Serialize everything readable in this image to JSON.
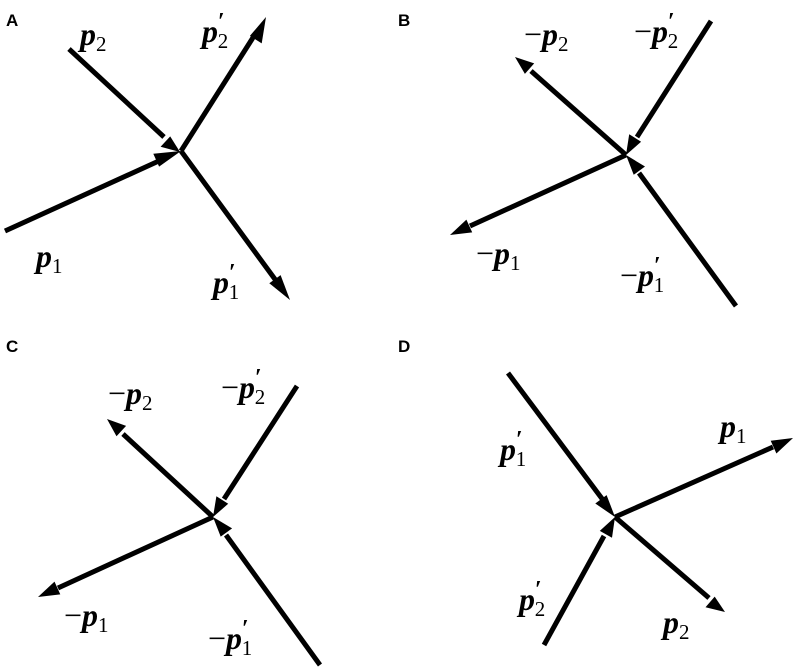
{
  "colors": {
    "ink": "#000000",
    "background": "#ffffff"
  },
  "panels": [
    {
      "id": "a",
      "letter": "A",
      "arrows": [
        {
          "id": "p1",
          "minus": "",
          "symbol": "p",
          "sub": "1",
          "prime": ""
        },
        {
          "id": "p2",
          "minus": "",
          "symbol": "p",
          "sub": "2",
          "prime": ""
        },
        {
          "id": "p2prime",
          "minus": "",
          "symbol": "p",
          "sub": "2",
          "prime": "′"
        },
        {
          "id": "p1prime",
          "minus": "",
          "symbol": "p",
          "sub": "1",
          "prime": "′"
        }
      ]
    },
    {
      "id": "b",
      "letter": "B",
      "arrows": [
        {
          "id": "minus-p2",
          "minus": "−",
          "symbol": "p",
          "sub": "2",
          "prime": ""
        },
        {
          "id": "minus-p2prime",
          "minus": "−",
          "symbol": "p",
          "sub": "2",
          "prime": "′"
        },
        {
          "id": "minus-p1",
          "minus": "−",
          "symbol": "p",
          "sub": "1",
          "prime": ""
        },
        {
          "id": "minus-p1prime",
          "minus": "−",
          "symbol": "p",
          "sub": "1",
          "prime": "′"
        }
      ]
    },
    {
      "id": "c",
      "letter": "C",
      "arrows": [
        {
          "id": "minus-p2",
          "minus": "−",
          "symbol": "p",
          "sub": "2",
          "prime": ""
        },
        {
          "id": "minus-p2prime",
          "minus": "−",
          "symbol": "p",
          "sub": "2",
          "prime": "′"
        },
        {
          "id": "minus-p1",
          "minus": "−",
          "symbol": "p",
          "sub": "1",
          "prime": ""
        },
        {
          "id": "minus-p1prime",
          "minus": "−",
          "symbol": "p",
          "sub": "1",
          "prime": "′"
        }
      ]
    },
    {
      "id": "d",
      "letter": "D",
      "arrows": [
        {
          "id": "p1prime",
          "minus": "",
          "symbol": "p",
          "sub": "1",
          "prime": "′"
        },
        {
          "id": "p1",
          "minus": "",
          "symbol": "p",
          "sub": "1",
          "prime": ""
        },
        {
          "id": "p2prime",
          "minus": "",
          "symbol": "p",
          "sub": "2",
          "prime": "′"
        },
        {
          "id": "p2",
          "minus": "",
          "symbol": "p",
          "sub": "2",
          "prime": ""
        }
      ]
    }
  ]
}
